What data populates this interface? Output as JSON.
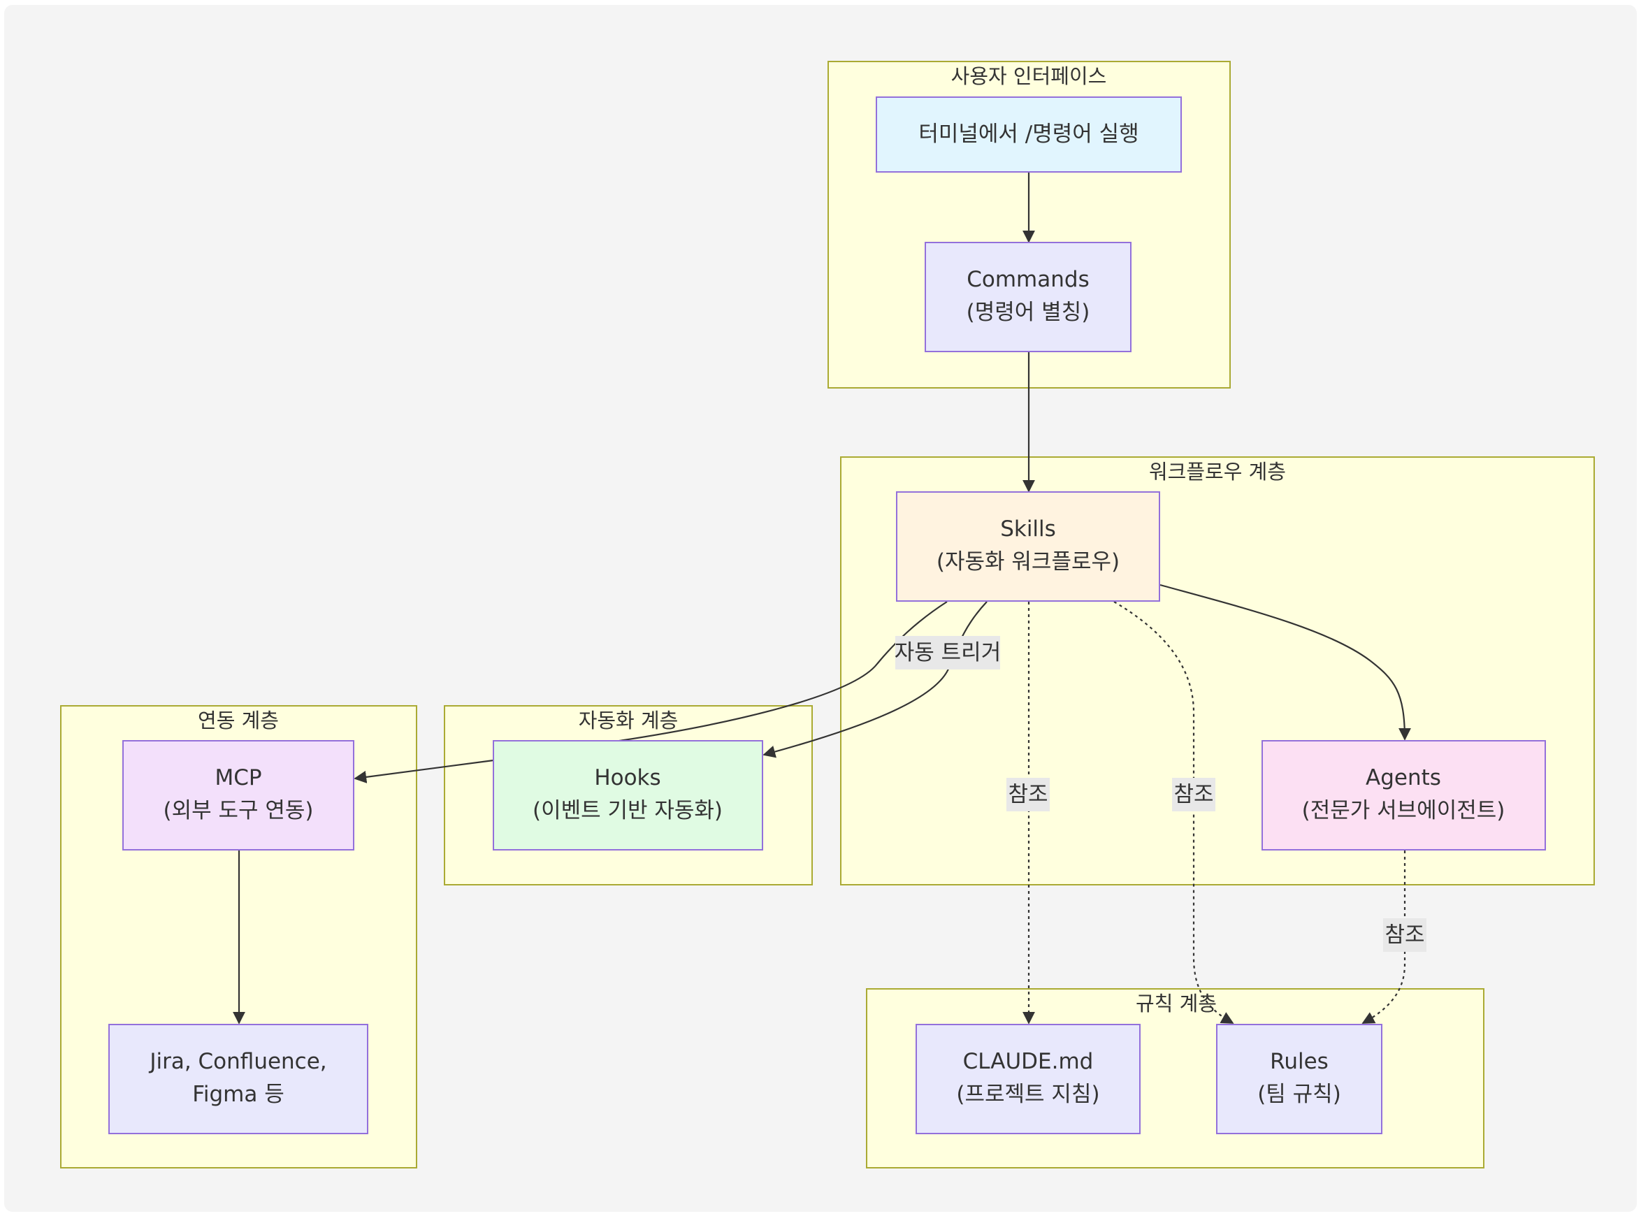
{
  "colors": {
    "canvas": "#f4f4f4",
    "cluster_fill": "#ffffde",
    "cluster_stroke": "#aaaa33",
    "node_stroke": "#9370db",
    "edge": "#333333",
    "edge_label_bg": "#e8e8e8"
  },
  "clusters": {
    "ui": "사용자 인터페이스",
    "workflow": "워크플로우 계층",
    "integration": "연동 계층",
    "automation": "자동화 계층",
    "rules": "규칙 계층"
  },
  "nodes": {
    "terminal": {
      "line1": "터미널에서 /명령어 실행",
      "fill": "#e1f5fe"
    },
    "commands": {
      "line1": "Commands",
      "line2": "(명령어 별칭)",
      "fill": "#e8e8fc"
    },
    "skills": {
      "line1": "Skills",
      "line2": "(자동화 워크플로우)",
      "fill": "#fff3e0"
    },
    "agents": {
      "line1": "Agents",
      "line2": "(전문가 서브에이전트)",
      "fill": "#fce0f3"
    },
    "hooks": {
      "line1": "Hooks",
      "line2": "(이벤트 기반 자동화)",
      "fill": "#e0fbe3"
    },
    "mcp": {
      "line1": "MCP",
      "line2": "(외부 도구 연동)",
      "fill": "#f3e0fb"
    },
    "external": {
      "line1": "Jira, Confluence,",
      "line2": "Figma 등",
      "fill": "#e8e8fc"
    },
    "claude_md": {
      "line1": "CLAUDE.md",
      "line2": "(프로젝트 지침)",
      "fill": "#e8e8fc"
    },
    "rules": {
      "line1": "Rules",
      "line2": "(팀 규칙)",
      "fill": "#e8e8fc"
    }
  },
  "edge_labels": {
    "auto_trigger": "자동 트리거",
    "ref_claude": "참조",
    "ref_rules": "참조",
    "ref_agents_rules": "참조"
  }
}
